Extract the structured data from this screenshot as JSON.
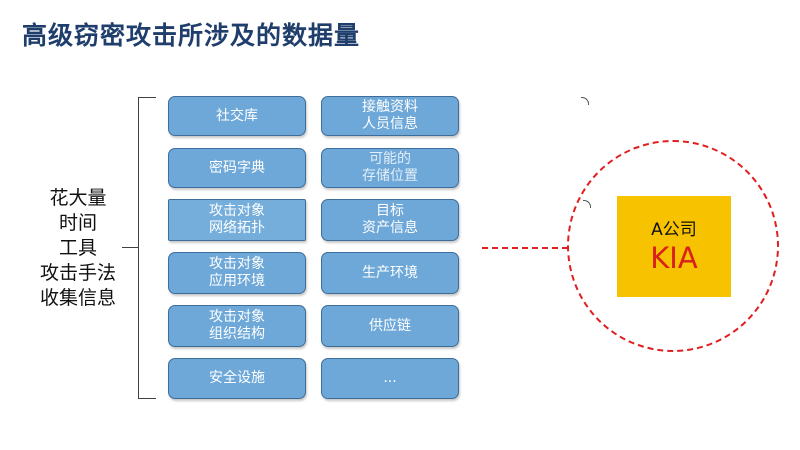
{
  "title": "高级窃密攻击所涉及的数据量",
  "left_label": [
    "花大量",
    "时间",
    "工具",
    "攻击手法",
    "收集信息"
  ],
  "boxes_left": [
    "社交库",
    "密码字典",
    "攻击对象\n网络拓扑",
    "攻击对象\n应用环境",
    "攻击对象\n组织结构",
    "安全设施"
  ],
  "boxes_right": [
    "接触资料\n人员信息",
    "可能的\n存储位置",
    "目标\n资产信息",
    "生产环境",
    "供应链",
    "..."
  ],
  "target": {
    "name": "A公司",
    "code": "KIA"
  },
  "colors": {
    "title": "#1f3e6c",
    "box": "#6ea8d8",
    "accent": "#e02020",
    "target_bg": "#f7c200"
  }
}
